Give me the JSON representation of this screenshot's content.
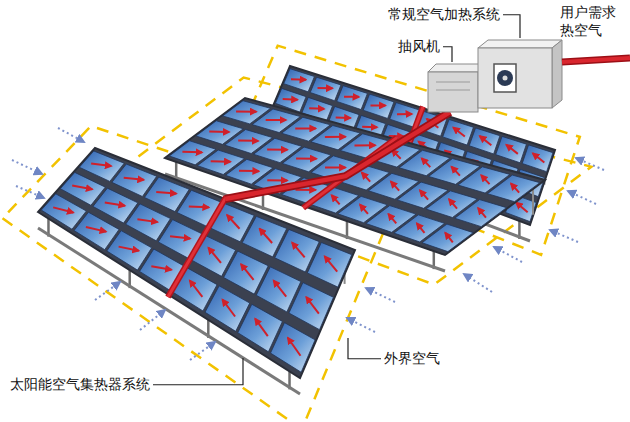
{
  "diagram": {
    "labels": [
      "常规空气加热系统",
      "抽风机",
      "用户需求 热空气",
      "太阳能空气集热器系统",
      "外界空气"
    ]
  }
}
